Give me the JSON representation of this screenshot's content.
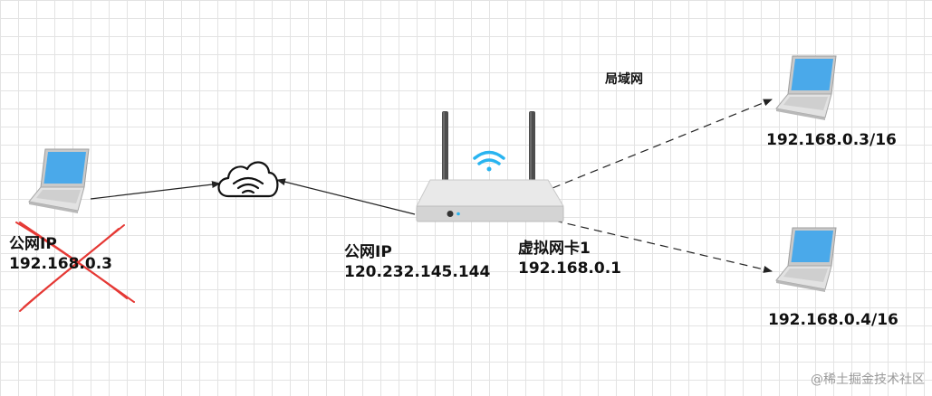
{
  "colors": {
    "laptop_screen": "#4aa9ea",
    "laptop_body": "#d8d8d8",
    "router_body": "#dcdcdc",
    "router_antenna": "#4d4d4d",
    "wifi_signal": "#29b4f0",
    "cross_out": "#e53935",
    "line": "#222222"
  },
  "left_laptop": {
    "label_line1": "公网IP",
    "label_line2": "192.168.0.3"
  },
  "router": {
    "public_label": "公网IP",
    "public_ip": "120.232.145.144",
    "nic_label": "虚拟网卡1",
    "nic_ip": "192.168.0.1"
  },
  "lan": {
    "label": "局域网",
    "laptop_top_ip": "192.168.0.3/16",
    "laptop_bottom_ip": "192.168.0.4/16"
  },
  "watermark": "@稀土掘金技术社区"
}
